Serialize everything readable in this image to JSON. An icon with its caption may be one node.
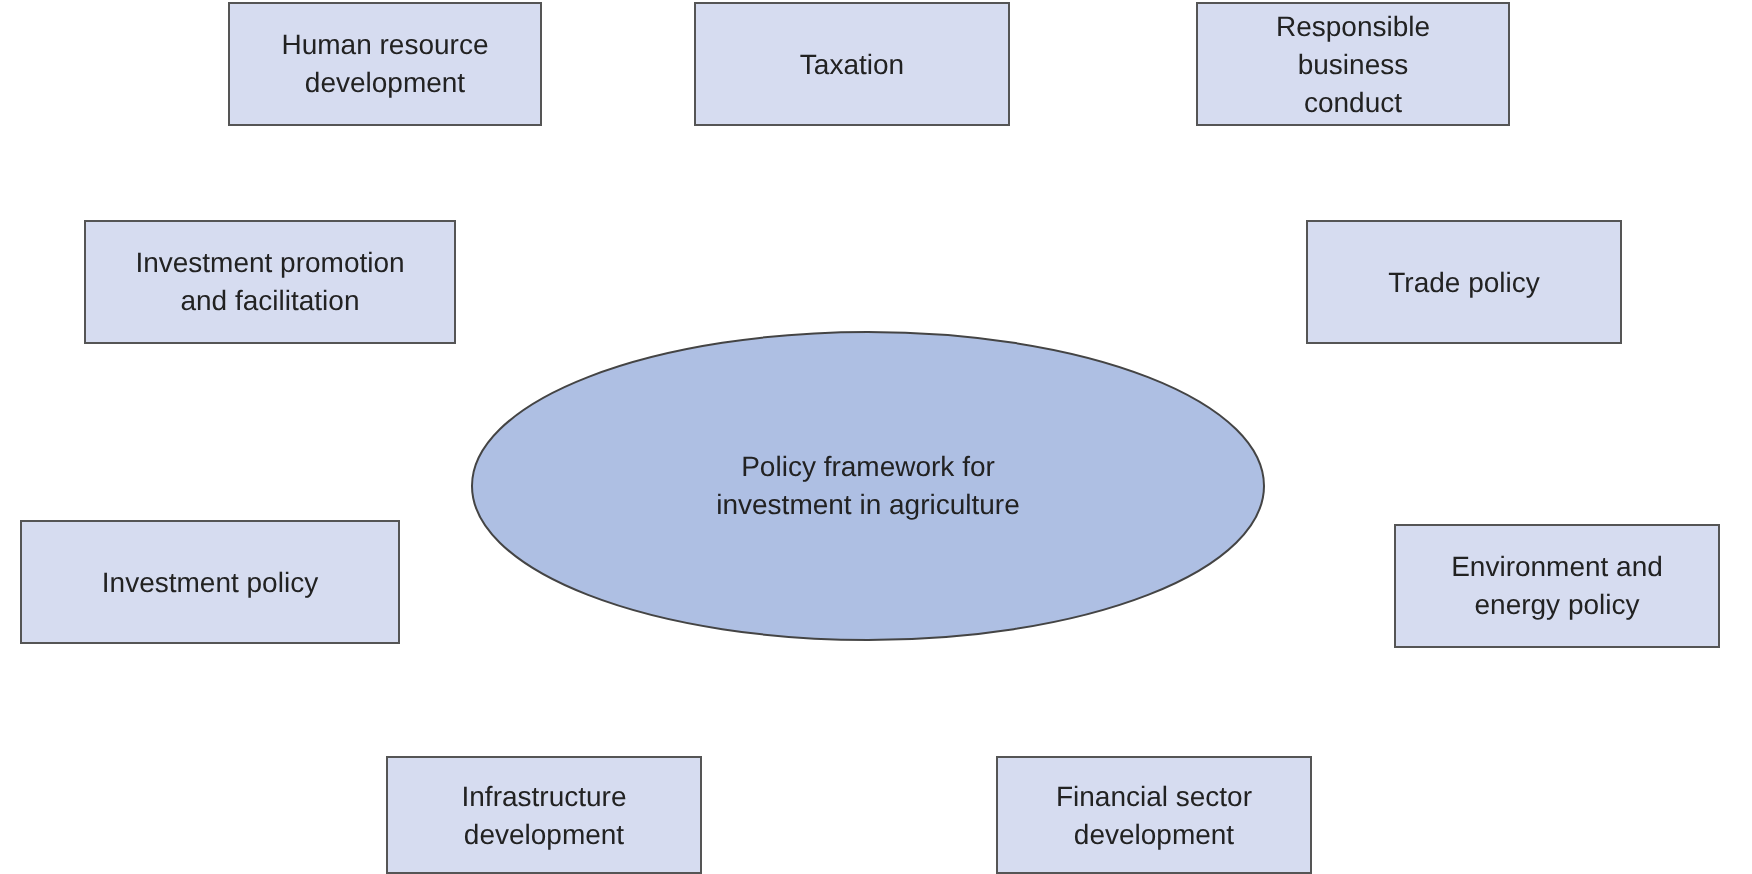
{
  "diagram": {
    "nodes": [
      {
        "text": [
          "Human resource development"
        ]
      },
      {
        "text": [
          "Taxation"
        ]
      },
      {
        "text": [
          "Responsible business conduct"
        ]
      },
      {
        "text": [
          "Investment promotion and facilitation"
        ]
      },
      {
        "text": [
          "Trade policy"
        ]
      },
      {
        "text": [
          "Policy framework for investment in agriculture"
        ]
      },
      {
        "text": [
          "Investment policy"
        ]
      },
      {
        "text": [
          "Environment and energy policy"
        ]
      },
      {
        "text": [
          "Infrastructure development"
        ]
      },
      {
        "text": [
          "Financial sector development"
        ]
      }
    ]
  }
}
